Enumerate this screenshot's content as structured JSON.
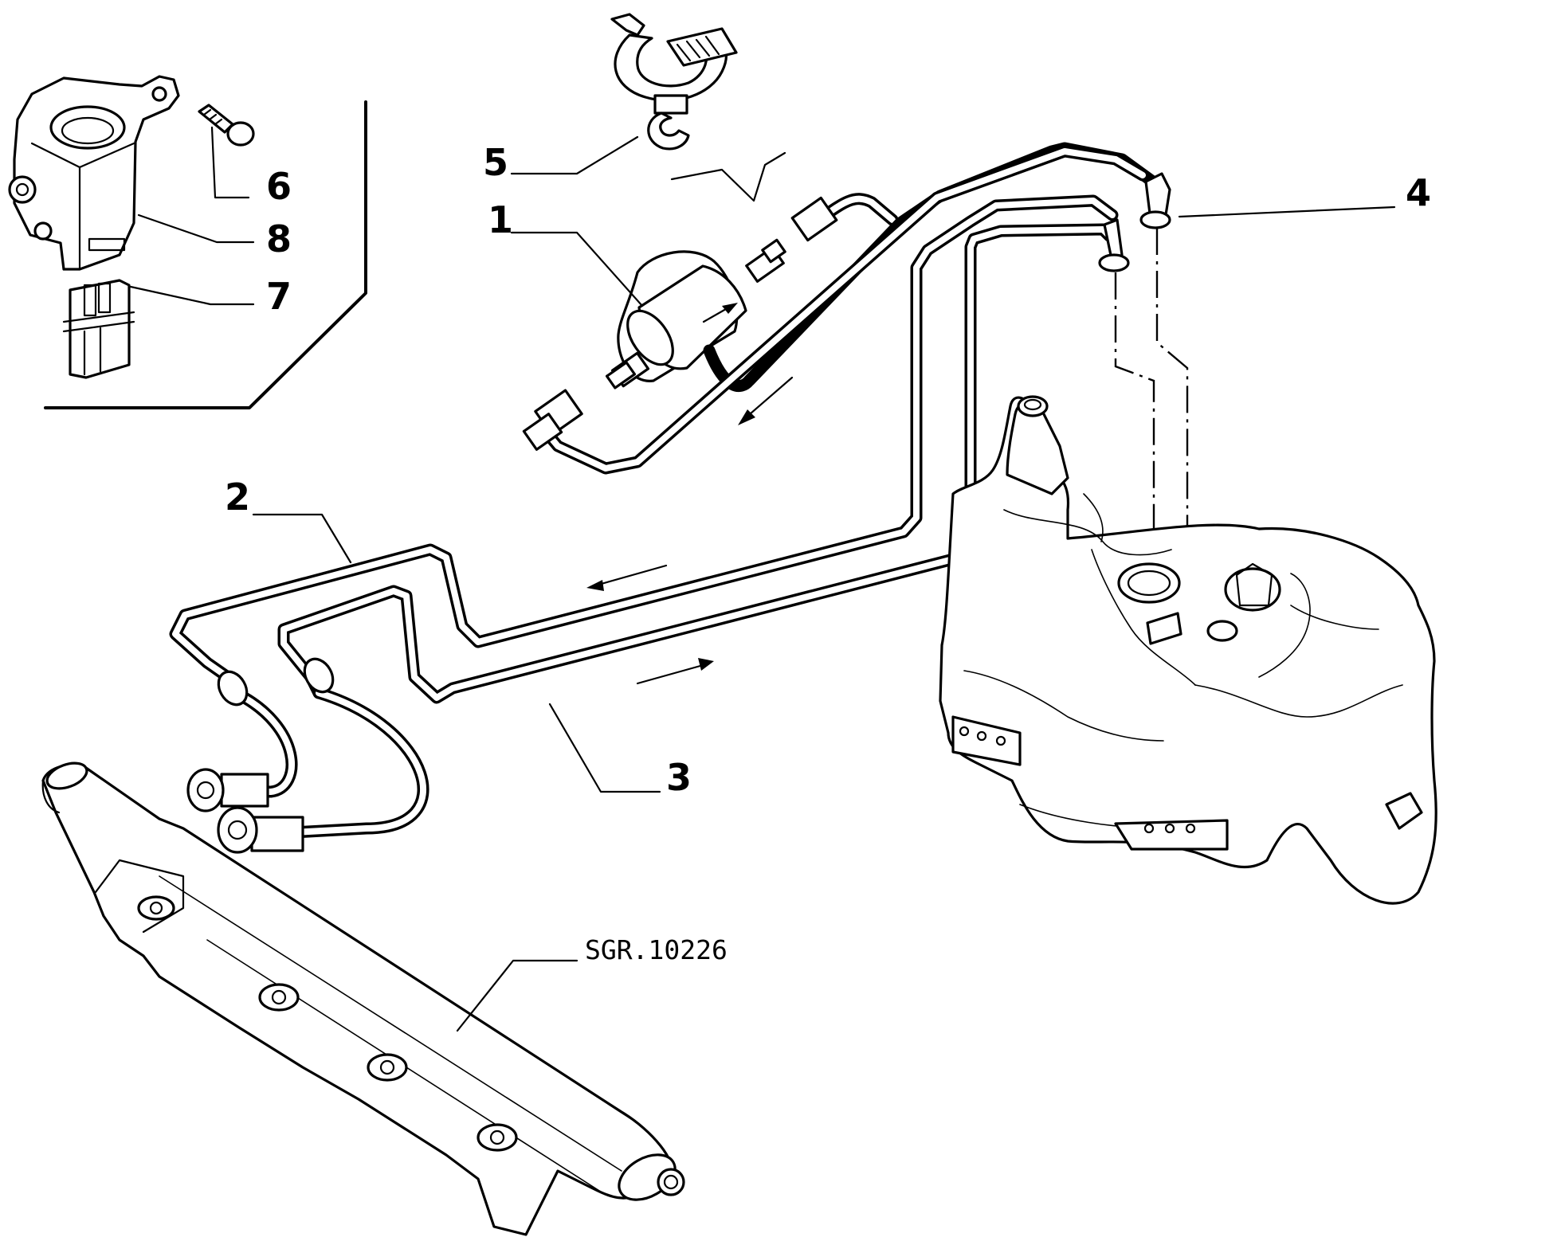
{
  "diagram": {
    "reference_code": "SGR.10226",
    "callouts": [
      {
        "id": "1",
        "text": "1"
      },
      {
        "id": "2",
        "text": "2"
      },
      {
        "id": "3",
        "text": "3"
      },
      {
        "id": "4",
        "text": "4"
      },
      {
        "id": "5",
        "text": "5"
      },
      {
        "id": "6",
        "text": "6"
      },
      {
        "id": "7",
        "text": "7"
      },
      {
        "id": "8",
        "text": "8"
      }
    ]
  }
}
